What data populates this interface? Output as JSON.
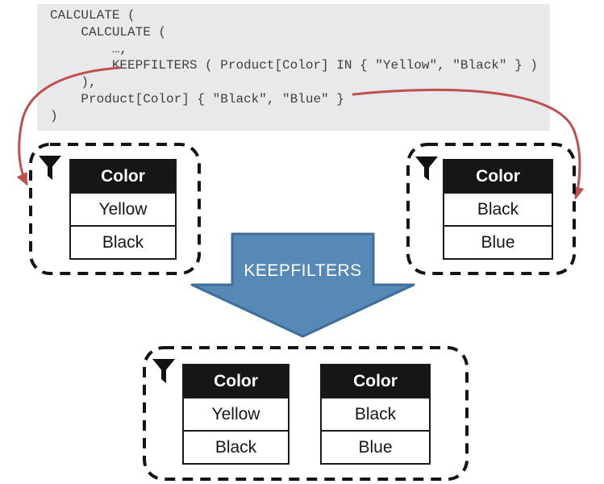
{
  "code": {
    "lines": [
      "CALCULATE (",
      "    CALCULATE (",
      "        …,",
      "        KEEPFILTERS ( Product[Color] IN { \"Yellow\", \"Black\" } )",
      "    ),",
      "    Product[Color] { \"Black\", \"Blue\" }",
      ")"
    ]
  },
  "arrow": {
    "label": "KEEPFILTERS"
  },
  "filter_boxes": {
    "left": {
      "header": "Color",
      "rows": [
        "Yellow",
        "Black"
      ]
    },
    "right": {
      "header": "Color",
      "rows": [
        "Black",
        "Blue"
      ]
    },
    "result": {
      "tables": [
        {
          "header": "Color",
          "rows": [
            "Yellow",
            "Black"
          ]
        },
        {
          "header": "Color",
          "rows": [
            "Black",
            "Blue"
          ]
        }
      ]
    }
  },
  "colors": {
    "code_bg": "#e9e9eb",
    "code_text": "#3f3f3f",
    "red_arrow": "#c0504d",
    "blue_fill": "#5789b6",
    "blue_stroke": "#3e6e99",
    "table_line": "#1a1a1a",
    "header_bg": "#161616",
    "header_text": "#ffffff",
    "dash_border": "#141414"
  }
}
